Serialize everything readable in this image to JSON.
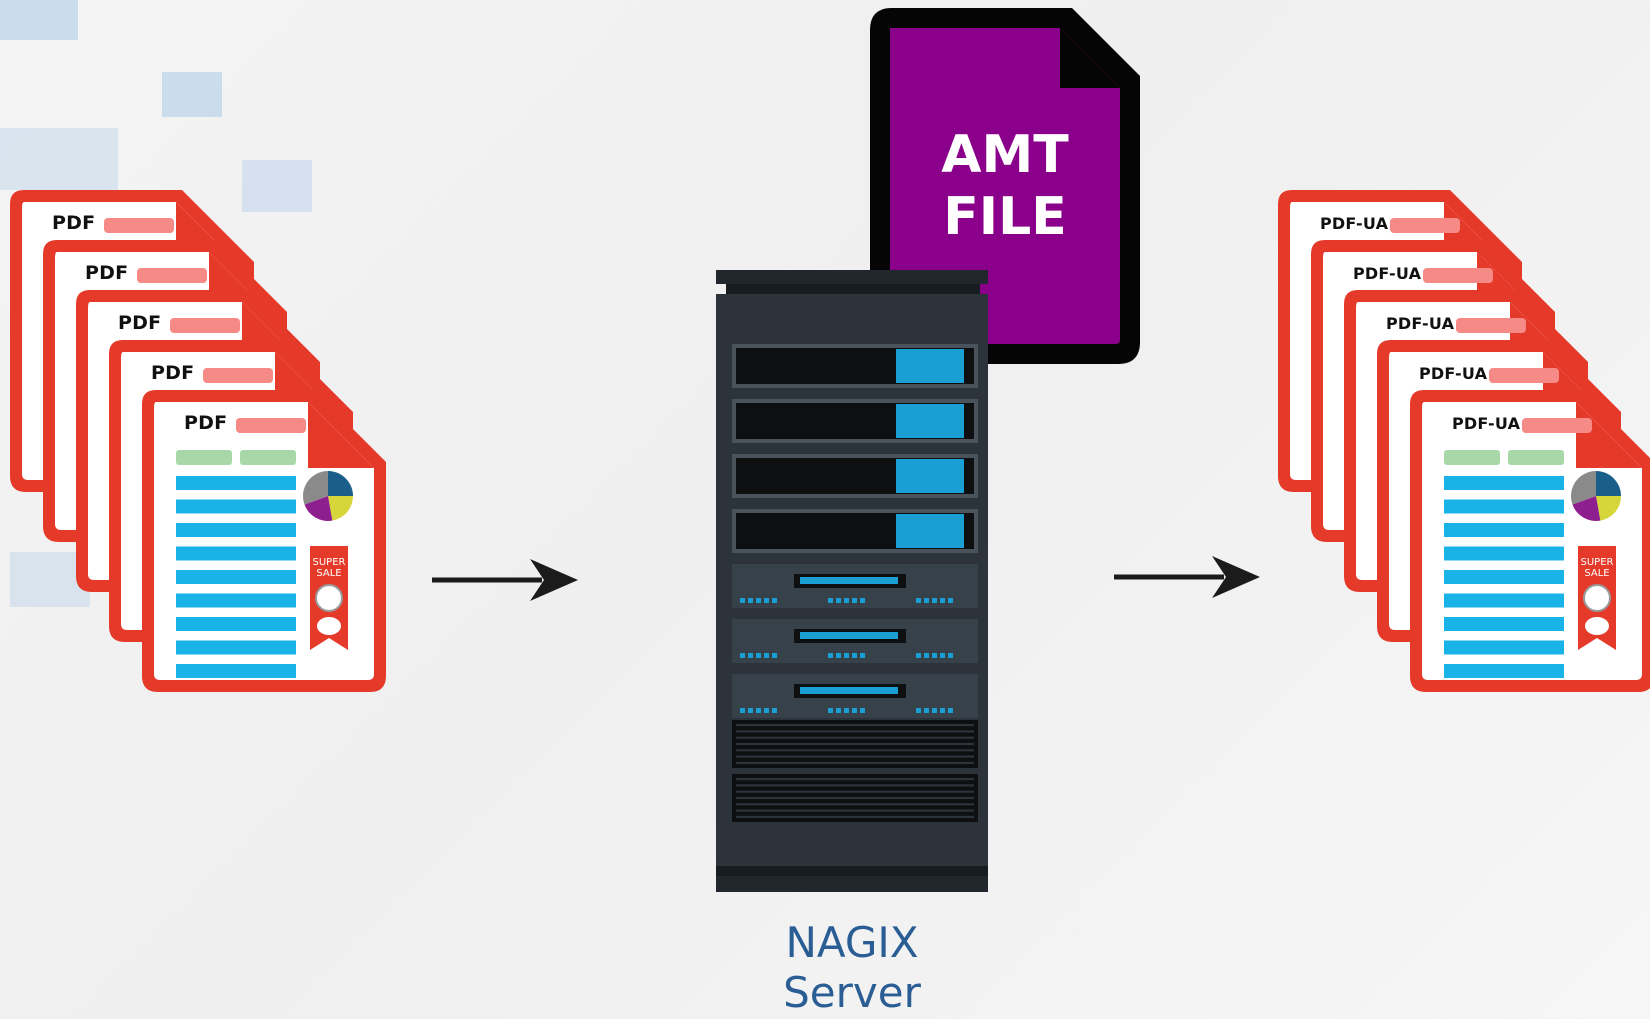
{
  "input_docs": {
    "labels": [
      "PDF",
      "PDF",
      "PDF",
      "PDF",
      "PDF"
    ],
    "badge_text": [
      "SUPER",
      "SALE"
    ]
  },
  "amt_file": {
    "line1": "AMT",
    "line2": "FILE",
    "color": "#8b008b"
  },
  "server": {
    "caption_line1": "NAGIX",
    "caption_line2": "Server"
  },
  "output_docs": {
    "labels": [
      "PDF-UA",
      "PDF-UA",
      "PDF-UA",
      "PDF-UA",
      "PDF-UA"
    ],
    "badge_text": [
      "SUPER",
      "SALE"
    ]
  },
  "colors": {
    "document_red": "#e53a2a",
    "document_bar": "#1ab3e8",
    "server_body": "#2c333b",
    "caption": "#2a5d94"
  }
}
